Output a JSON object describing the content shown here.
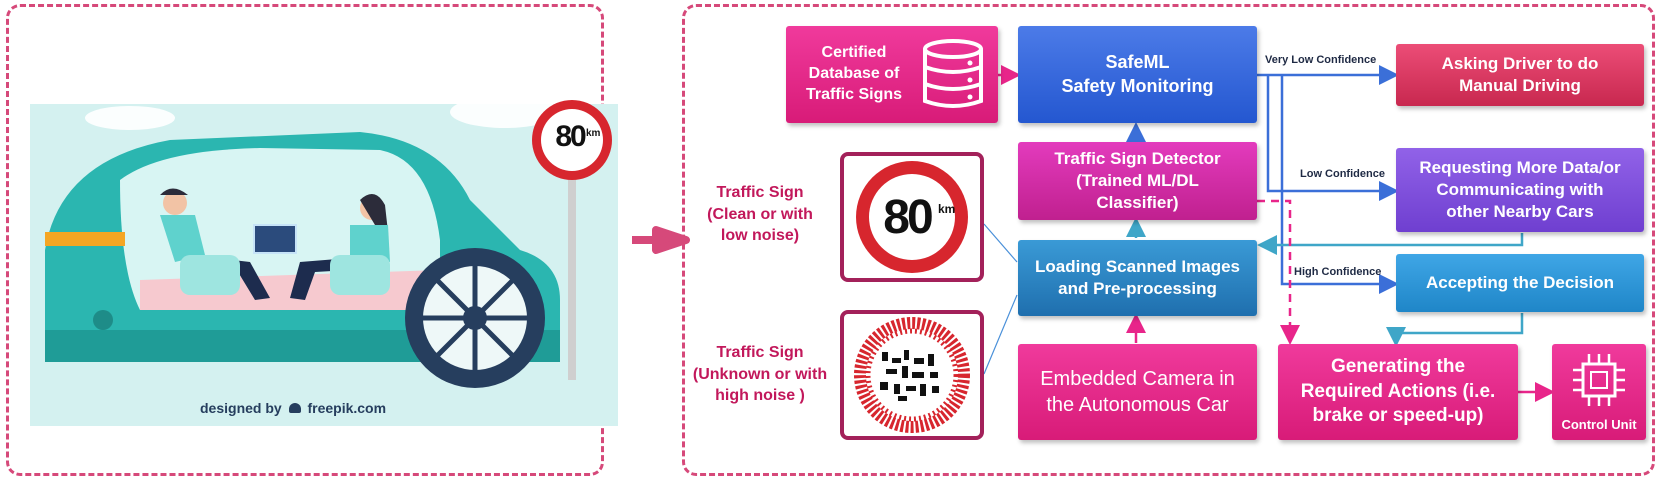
{
  "left_panel": {
    "credit_prefix": "designed by",
    "credit_brand": "freepik.com",
    "sign_number": "80",
    "sign_unit": "km"
  },
  "inputs": {
    "clean_label": "Traffic Sign\n(Clean or with\nlow noise)",
    "noisy_label": "Traffic Sign\n(Unknown or with\nhigh noise )",
    "sign_number": "80",
    "sign_unit": "km"
  },
  "nodes": {
    "database": "Certified\nDatabase of\nTraffic Signs",
    "safeml": "SafeML\nSafety Monitoring",
    "detector": "Traffic Sign Detector\n(Trained ML/DL\nClassifier)",
    "loading": "Loading Scanned Images\nand Pre-processing",
    "camera": "Embedded Camera in\nthe Autonomous Car",
    "manual": "Asking Driver to do\nManual Driving",
    "more_data": "Requesting More Data/or\nCommunicating with\nother Nearby Cars",
    "accept": "Accepting the Decision",
    "actions": "Generating the\nRequired Actions (i.e.\nbrake or speed-up)",
    "control": "Control Unit"
  },
  "confidence": {
    "very_low": "Very Low Confidence",
    "low": "Low Confidence",
    "high": "High Confidence"
  },
  "colors": {
    "frame": "#d6497a",
    "pink": "#e8258a",
    "blue": "#2f63dc",
    "arrow_blue": "#3b6fd8"
  }
}
